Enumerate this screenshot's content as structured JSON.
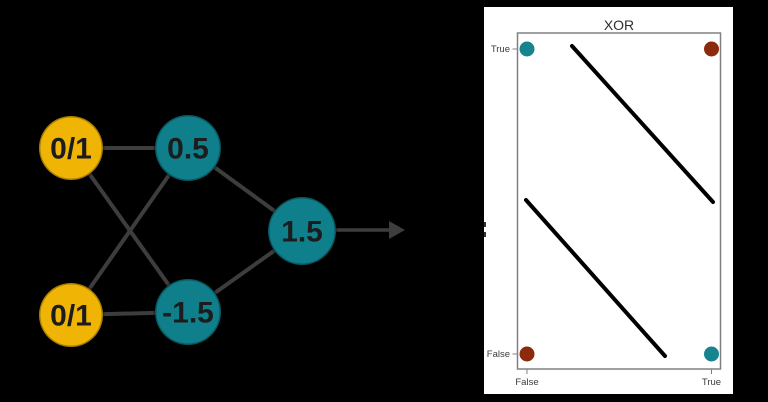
{
  "background_color": "#000000",
  "network": {
    "nodes": [
      {
        "id": "input-top",
        "type": "input",
        "label": "0/1"
      },
      {
        "id": "input-bottom",
        "type": "input",
        "label": "0/1"
      },
      {
        "id": "hidden-top",
        "type": "hidden",
        "label": "0.5"
      },
      {
        "id": "hidden-bottom",
        "type": "hidden",
        "label": "-1.5"
      },
      {
        "id": "output",
        "type": "output",
        "label": "1.5"
      }
    ],
    "edges": [
      {
        "from": "input-top",
        "to": "hidden-top"
      },
      {
        "from": "input-top",
        "to": "hidden-bottom"
      },
      {
        "from": "input-bottom",
        "to": "hidden-top"
      },
      {
        "from": "input-bottom",
        "to": "hidden-bottom"
      },
      {
        "from": "hidden-top",
        "to": "output"
      },
      {
        "from": "hidden-bottom",
        "to": "output"
      }
    ],
    "colors": {
      "input_fill": "#F0B405",
      "hidden_fill": "#0E7F8B",
      "edge": "#3D3D3D",
      "label": "#1C1C1C"
    }
  },
  "chart": {
    "title": "XOR",
    "y_axis": {
      "top_label": "True",
      "bottom_label": "False"
    },
    "x_axis": {
      "left_label": "False",
      "right_label": "True"
    },
    "colors": {
      "panel": "#FFFFFF",
      "border": "#808080",
      "boundary_line": "#000000",
      "class_true": "#16838F",
      "class_false": "#8C2A0E"
    }
  },
  "chart_data": {
    "type": "scatter",
    "title": "XOR",
    "xlabel": "",
    "ylabel": "",
    "x_tick_labels": [
      "False",
      "True"
    ],
    "y_tick_labels": [
      "False",
      "True"
    ],
    "xlim": [
      -0.15,
      1.06
    ],
    "ylim": [
      -0.06,
      1.07
    ],
    "grid": false,
    "points": [
      {
        "x": "False",
        "y": "True",
        "class": "True",
        "color": "#16838F"
      },
      {
        "x": "True",
        "y": "True",
        "class": "False",
        "color": "#8C2A0E"
      },
      {
        "x": "False",
        "y": "False",
        "class": "False",
        "color": "#8C2A0E"
      },
      {
        "x": "True",
        "y": "False",
        "class": "True",
        "color": "#16838F"
      }
    ],
    "decision_boundaries": [
      {
        "from_xy": [
          0.24,
          1.01
        ],
        "to_xy": [
          1.01,
          0.5
        ]
      },
      {
        "from_xy": [
          -0.01,
          0.51
        ],
        "to_xy": [
          0.75,
          -0.01
        ]
      }
    ]
  }
}
